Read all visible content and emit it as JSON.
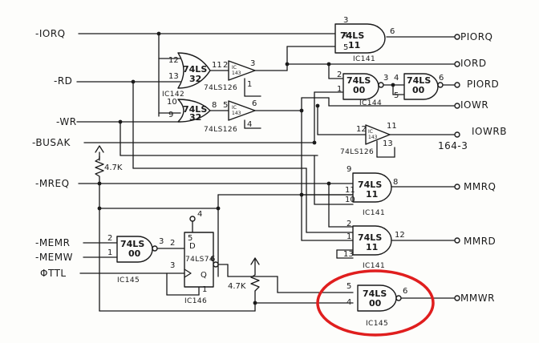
{
  "colors": {
    "ink": "#1a1a1a",
    "paper": "#fdfdfb",
    "highlight": "#e01e1e"
  },
  "inputs": {
    "iorq": "-IORQ",
    "rd": "-RD",
    "wr": "-WR",
    "busak": "-BUSAK",
    "mreq": "-MREQ",
    "memr": "-MEMR",
    "memw": "-MEMW",
    "phittl": "ΦTTL"
  },
  "outputs": {
    "piorq": "PIORQ",
    "iord": "IORD",
    "piord": "PIORD",
    "iowr": "IOWR",
    "iowrb": "IOWRB",
    "iowrb_ref": "164-3",
    "mmrq": "MMRQ",
    "mmrd": "MMRD",
    "mmwr": "MMWR"
  },
  "resistors": {
    "r1": "4.7K",
    "r2": "4.7K"
  },
  "chips": {
    "g141_top": {
      "type": "74LS",
      "sub": "11",
      "ic": "IC141",
      "pins": [
        "3",
        "4",
        "5",
        "6"
      ]
    },
    "g142_or": {
      "type": "74LS",
      "sub": "32",
      "ic": "IC142",
      "pins": [
        "12",
        "13",
        "11"
      ]
    },
    "buf_a": {
      "type": "74LS126",
      "tag": "IC",
      "tag2": "143",
      "pins": [
        "2",
        "3",
        "1"
      ]
    },
    "g142_or2": {
      "type": "74LS",
      "sub": "32",
      "pins": [
        "10",
        "9",
        "8"
      ]
    },
    "buf_b": {
      "type": "74LS126",
      "tag": "IC",
      "tag2": "143",
      "pins": [
        "5",
        "6",
        "4"
      ]
    },
    "g144_a": {
      "type": "74LS",
      "sub": "00",
      "ic": "IC144",
      "pins": [
        "2",
        "1",
        "3"
      ]
    },
    "g144_b": {
      "type": "74LS",
      "sub": "00",
      "pins": [
        "4",
        "5",
        "6"
      ]
    },
    "buf_c": {
      "type": "74LS126",
      "tag": "IC",
      "tag2": "143",
      "pins": [
        "12",
        "11",
        "13"
      ]
    },
    "g141_mid": {
      "type": "74LS",
      "sub": "11",
      "ic": "IC141",
      "pins": [
        "9",
        "11",
        "10",
        "8"
      ]
    },
    "g141_low": {
      "type": "74LS",
      "sub": "11",
      "ic": "IC141",
      "pins": [
        "2",
        "1",
        "13",
        "12"
      ]
    },
    "g145_a": {
      "type": "74LS",
      "sub": "00",
      "ic": "IC145",
      "pins": [
        "2",
        "1",
        "3"
      ]
    },
    "ff146": {
      "type": "74LS74",
      "ic": "IC146",
      "d": "D",
      "q": "Q",
      "pins": [
        "4",
        "5",
        "2",
        "3",
        "6",
        "1"
      ]
    },
    "g145_b": {
      "type": "74LS",
      "sub": "00",
      "ic": "IC145",
      "pins": [
        "5",
        "4",
        "6"
      ]
    }
  }
}
